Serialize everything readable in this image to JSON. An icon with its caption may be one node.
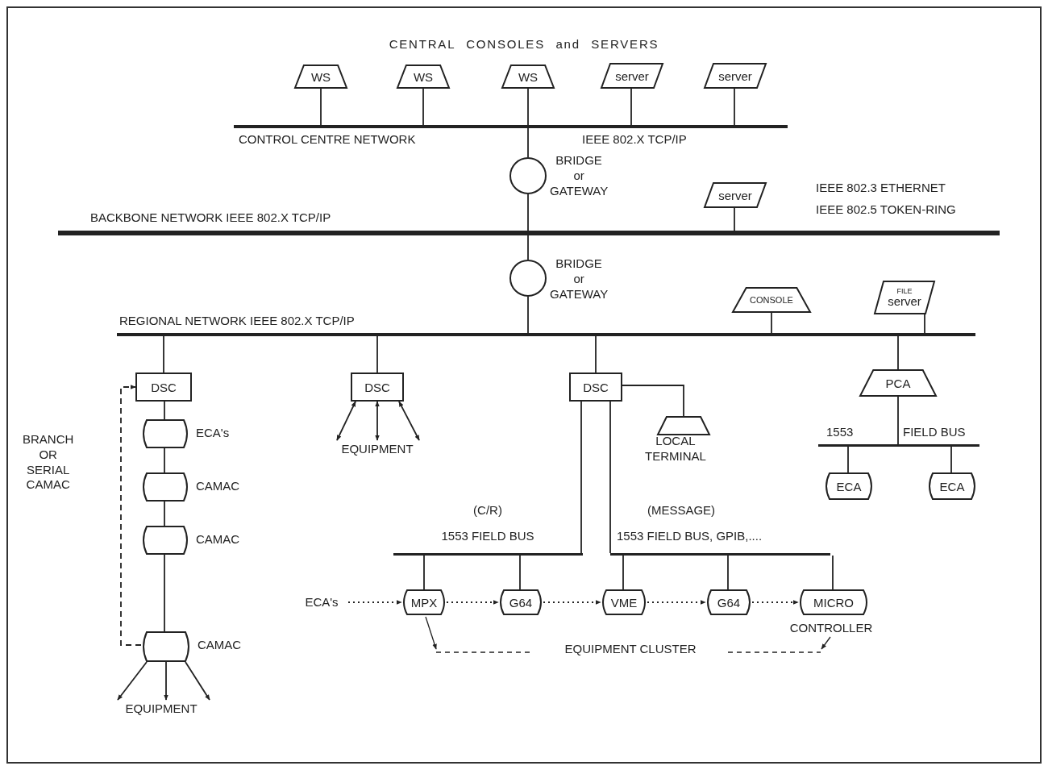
{
  "diagram": {
    "title": "CENTRAL CONSOLES and SERVERS",
    "nodes": [
      {
        "text": [
          "WS"
        ]
      },
      {
        "text": [
          "WS"
        ]
      },
      {
        "text": [
          "WS"
        ]
      },
      {
        "text": [
          "server"
        ]
      },
      {
        "text": [
          "server"
        ]
      },
      {
        "text": [],
        "shape": "bar",
        "beside": [
          "CONTROL CENTRE NETWORK",
          "IEEE 802.X TCP/IP"
        ]
      },
      {
        "text": [],
        "shape": "circle",
        "beside": [
          "BRIDGE or GATEWAY"
        ]
      },
      {
        "text": [
          "server"
        ]
      },
      {
        "text": [],
        "shape": "bar",
        "beside": [
          "BACKBONE NETWORK IEEE 802.X TCP/IP"
        ]
      },
      {
        "text": [],
        "shape": "circle",
        "beside": [
          "BRIDGE or GATEWAY"
        ]
      },
      {
        "text": [
          "CONSOLE"
        ]
      },
      {
        "text": [
          "FILE",
          "server"
        ]
      },
      {
        "text": [],
        "shape": "bar",
        "beside": [
          "REGIONAL NETWORK IEEE 802.X TCP/IP"
        ]
      },
      {
        "text": [
          "DSC"
        ]
      },
      {
        "text": [
          "DSC"
        ]
      },
      {
        "text": [
          "DSC"
        ]
      },
      {
        "text": [
          "PCA"
        ]
      },
      {
        "text": [],
        "shape": "barrel",
        "beside": [
          "ECA's"
        ]
      },
      {
        "text": [],
        "shape": "barrel",
        "beside": [
          "CAMAC"
        ]
      },
      {
        "text": [],
        "shape": "barrel",
        "beside": [
          "CAMAC"
        ]
      },
      {
        "text": [],
        "shape": "barrel",
        "beside": [
          "CAMAC"
        ]
      },
      {
        "text": [
          "EQUIPMENT"
        ]
      },
      {
        "text": [
          "EQUIPMENT"
        ]
      },
      {
        "text": [],
        "shape": "trapezoid",
        "beside": [
          "LOCAL TERMINAL"
        ]
      },
      {
        "text": [],
        "shape": "bar",
        "beside": [
          "1553",
          "FIELD BUS"
        ]
      },
      {
        "text": [
          "ECA"
        ]
      },
      {
        "text": [
          "ECA"
        ]
      },
      {
        "text": [],
        "shape": "bar",
        "beside": [
          "(C/R)",
          "1553 FIELD BUS"
        ]
      },
      {
        "text": [],
        "shape": "bar",
        "beside": [
          "(MESSAGE)",
          "1553 FIELD BUS, GPIB,...."
        ]
      },
      {
        "text": [
          "ECA's"
        ]
      },
      {
        "text": [
          "MPX"
        ]
      },
      {
        "text": [
          "G64"
        ]
      },
      {
        "text": [
          "VME"
        ]
      },
      {
        "text": [
          "G64"
        ]
      },
      {
        "text": [
          "MICRO"
        ],
        "beside": [
          "CONTROLLER"
        ]
      }
    ],
    "edges": [
      {
        "from": 0,
        "to": 5,
        "arrow": "none"
      },
      {
        "from": 1,
        "to": 5,
        "arrow": "none"
      },
      {
        "from": 2,
        "to": 5,
        "arrow": "none"
      },
      {
        "from": 3,
        "to": 5,
        "arrow": "none"
      },
      {
        "from": 4,
        "to": 5,
        "arrow": "none"
      },
      {
        "from": 5,
        "to": 6,
        "arrow": "none"
      },
      {
        "from": 6,
        "to": 8,
        "arrow": "none"
      },
      {
        "from": 7,
        "to": 8,
        "arrow": "none"
      },
      {
        "from": 8,
        "to": 9,
        "arrow": "none"
      },
      {
        "from": 9,
        "to": 12,
        "arrow": "none"
      },
      {
        "from": 10,
        "to": 12,
        "arrow": "none"
      },
      {
        "from": 11,
        "to": 12,
        "arrow": "none"
      },
      {
        "from": 12,
        "to": 13,
        "arrow": "none"
      },
      {
        "from": 12,
        "to": 14,
        "arrow": "none"
      },
      {
        "from": 12,
        "to": 15,
        "arrow": "none"
      },
      {
        "from": 12,
        "to": 16,
        "arrow": "none"
      },
      {
        "from": 13,
        "to": 17,
        "arrow": "none"
      },
      {
        "from": 17,
        "to": 18,
        "arrow": "none"
      },
      {
        "from": 18,
        "to": 19,
        "arrow": "none"
      },
      {
        "from": 19,
        "to": 20,
        "arrow": "none"
      },
      {
        "from": 20,
        "to": 13,
        "arrow": "to",
        "style": "dashed"
      },
      {
        "from": 20,
        "to": 21,
        "arrow": "to"
      },
      {
        "from": 20,
        "to": 21,
        "arrow": "to"
      },
      {
        "from": 20,
        "to": 21,
        "arrow": "to"
      },
      {
        "from": 14,
        "to": 22,
        "arrow": "both"
      },
      {
        "from": 14,
        "to": 22,
        "arrow": "both"
      },
      {
        "from": 14,
        "to": 22,
        "arrow": "both"
      },
      {
        "from": 15,
        "to": 23,
        "arrow": "none"
      },
      {
        "from": 15,
        "to": 27,
        "arrow": "none"
      },
      {
        "from": 15,
        "to": 28,
        "arrow": "none"
      },
      {
        "from": 16,
        "to": 24,
        "arrow": "none"
      },
      {
        "from": 24,
        "to": 25,
        "arrow": "none"
      },
      {
        "from": 24,
        "to": 26,
        "arrow": "none"
      },
      {
        "from": 27,
        "to": 30,
        "arrow": "none"
      },
      {
        "from": 27,
        "to": 31,
        "arrow": "none"
      },
      {
        "from": 28,
        "to": 32,
        "arrow": "none"
      },
      {
        "from": 28,
        "to": 33,
        "arrow": "none"
      },
      {
        "from": 28,
        "to": 34,
        "arrow": "none"
      },
      {
        "from": 29,
        "to": 30,
        "arrow": "to",
        "style": "dashed"
      },
      {
        "from": 30,
        "to": 31,
        "arrow": "to",
        "style": "dashed"
      },
      {
        "from": 31,
        "to": 32,
        "arrow": "to",
        "style": "dashed"
      },
      {
        "from": 32,
        "to": 33,
        "arrow": "to",
        "style": "dashed"
      },
      {
        "from": 33,
        "to": 34,
        "arrow": "to",
        "style": "dashed"
      }
    ],
    "labels": [
      "IEEE 802.3 ETHERNET",
      "IEEE 802.5 TOKEN-RING",
      "BRANCH OR SERIAL CAMAC",
      "EQUIPMENT CLUSTER"
    ]
  }
}
